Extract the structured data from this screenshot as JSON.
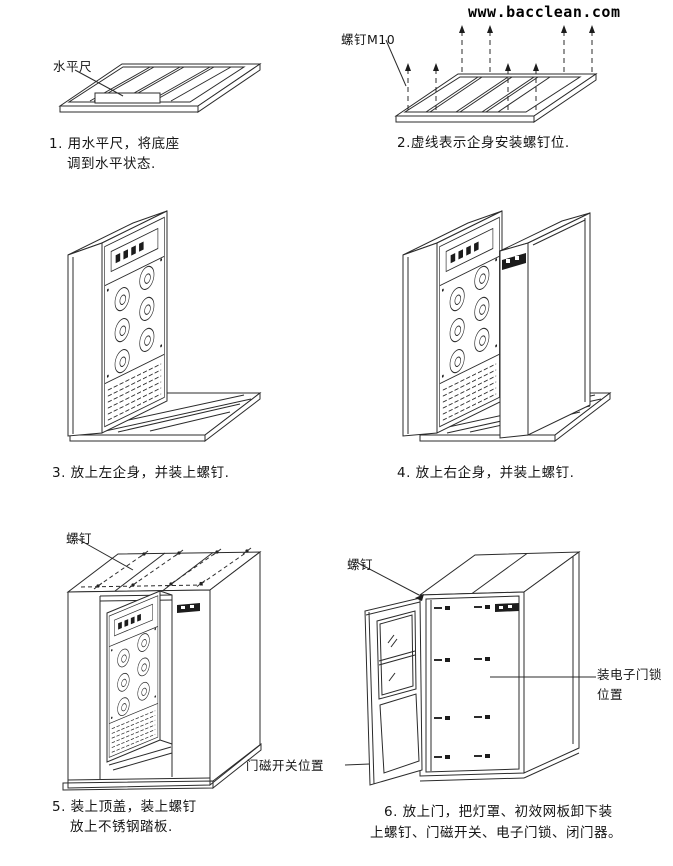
{
  "website": "www.bacclean.com",
  "colors": {
    "ink": "#151515",
    "line": "#2b2b2b",
    "background": "#ffffff"
  },
  "steps": [
    {
      "num": 1,
      "label": "水平尺",
      "captions": [
        "1. 用水平尺，将底座",
        "调到水平状态."
      ]
    },
    {
      "num": 2,
      "label": "螺钉M10",
      "captions": [
        "2.虚线表示企身安装螺钉位."
      ]
    },
    {
      "num": 3,
      "captions": [
        "3. 放上左企身，并装上螺钉."
      ]
    },
    {
      "num": 4,
      "captions": [
        "4. 放上右企身，并装上螺钉."
      ]
    },
    {
      "num": 5,
      "label": "螺钉",
      "captions": [
        "5. 装上顶盖，装上螺钉",
        "放上不锈钢踏板."
      ]
    },
    {
      "num": 6,
      "label": "螺钉",
      "captions": [
        "6. 放上门，把灯罩、初效网板卸下装",
        "上螺钉、门磁开关、电子门锁、闭门器。"
      ],
      "lock_position_label": [
        "装电子门锁",
        "位置"
      ],
      "magnetic_switch_label": "门磁开关位置"
    }
  ]
}
